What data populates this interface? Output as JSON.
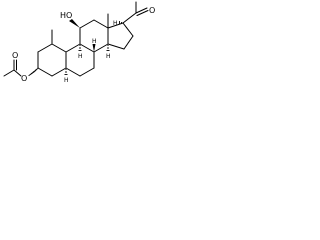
{
  "molecule": {
    "atom_labels": {
      "hydroxyl": "HO",
      "ketone_oxygen": "O",
      "ester_carbonyl_oxygen": "O",
      "ester_ring_oxygen": "O",
      "h_c5": "H",
      "h_c8": "H",
      "h_c9": "H",
      "h_c14": "H",
      "h_c17": "H"
    },
    "colors": {
      "ink": "#000000",
      "background": "#ffffff"
    }
  }
}
